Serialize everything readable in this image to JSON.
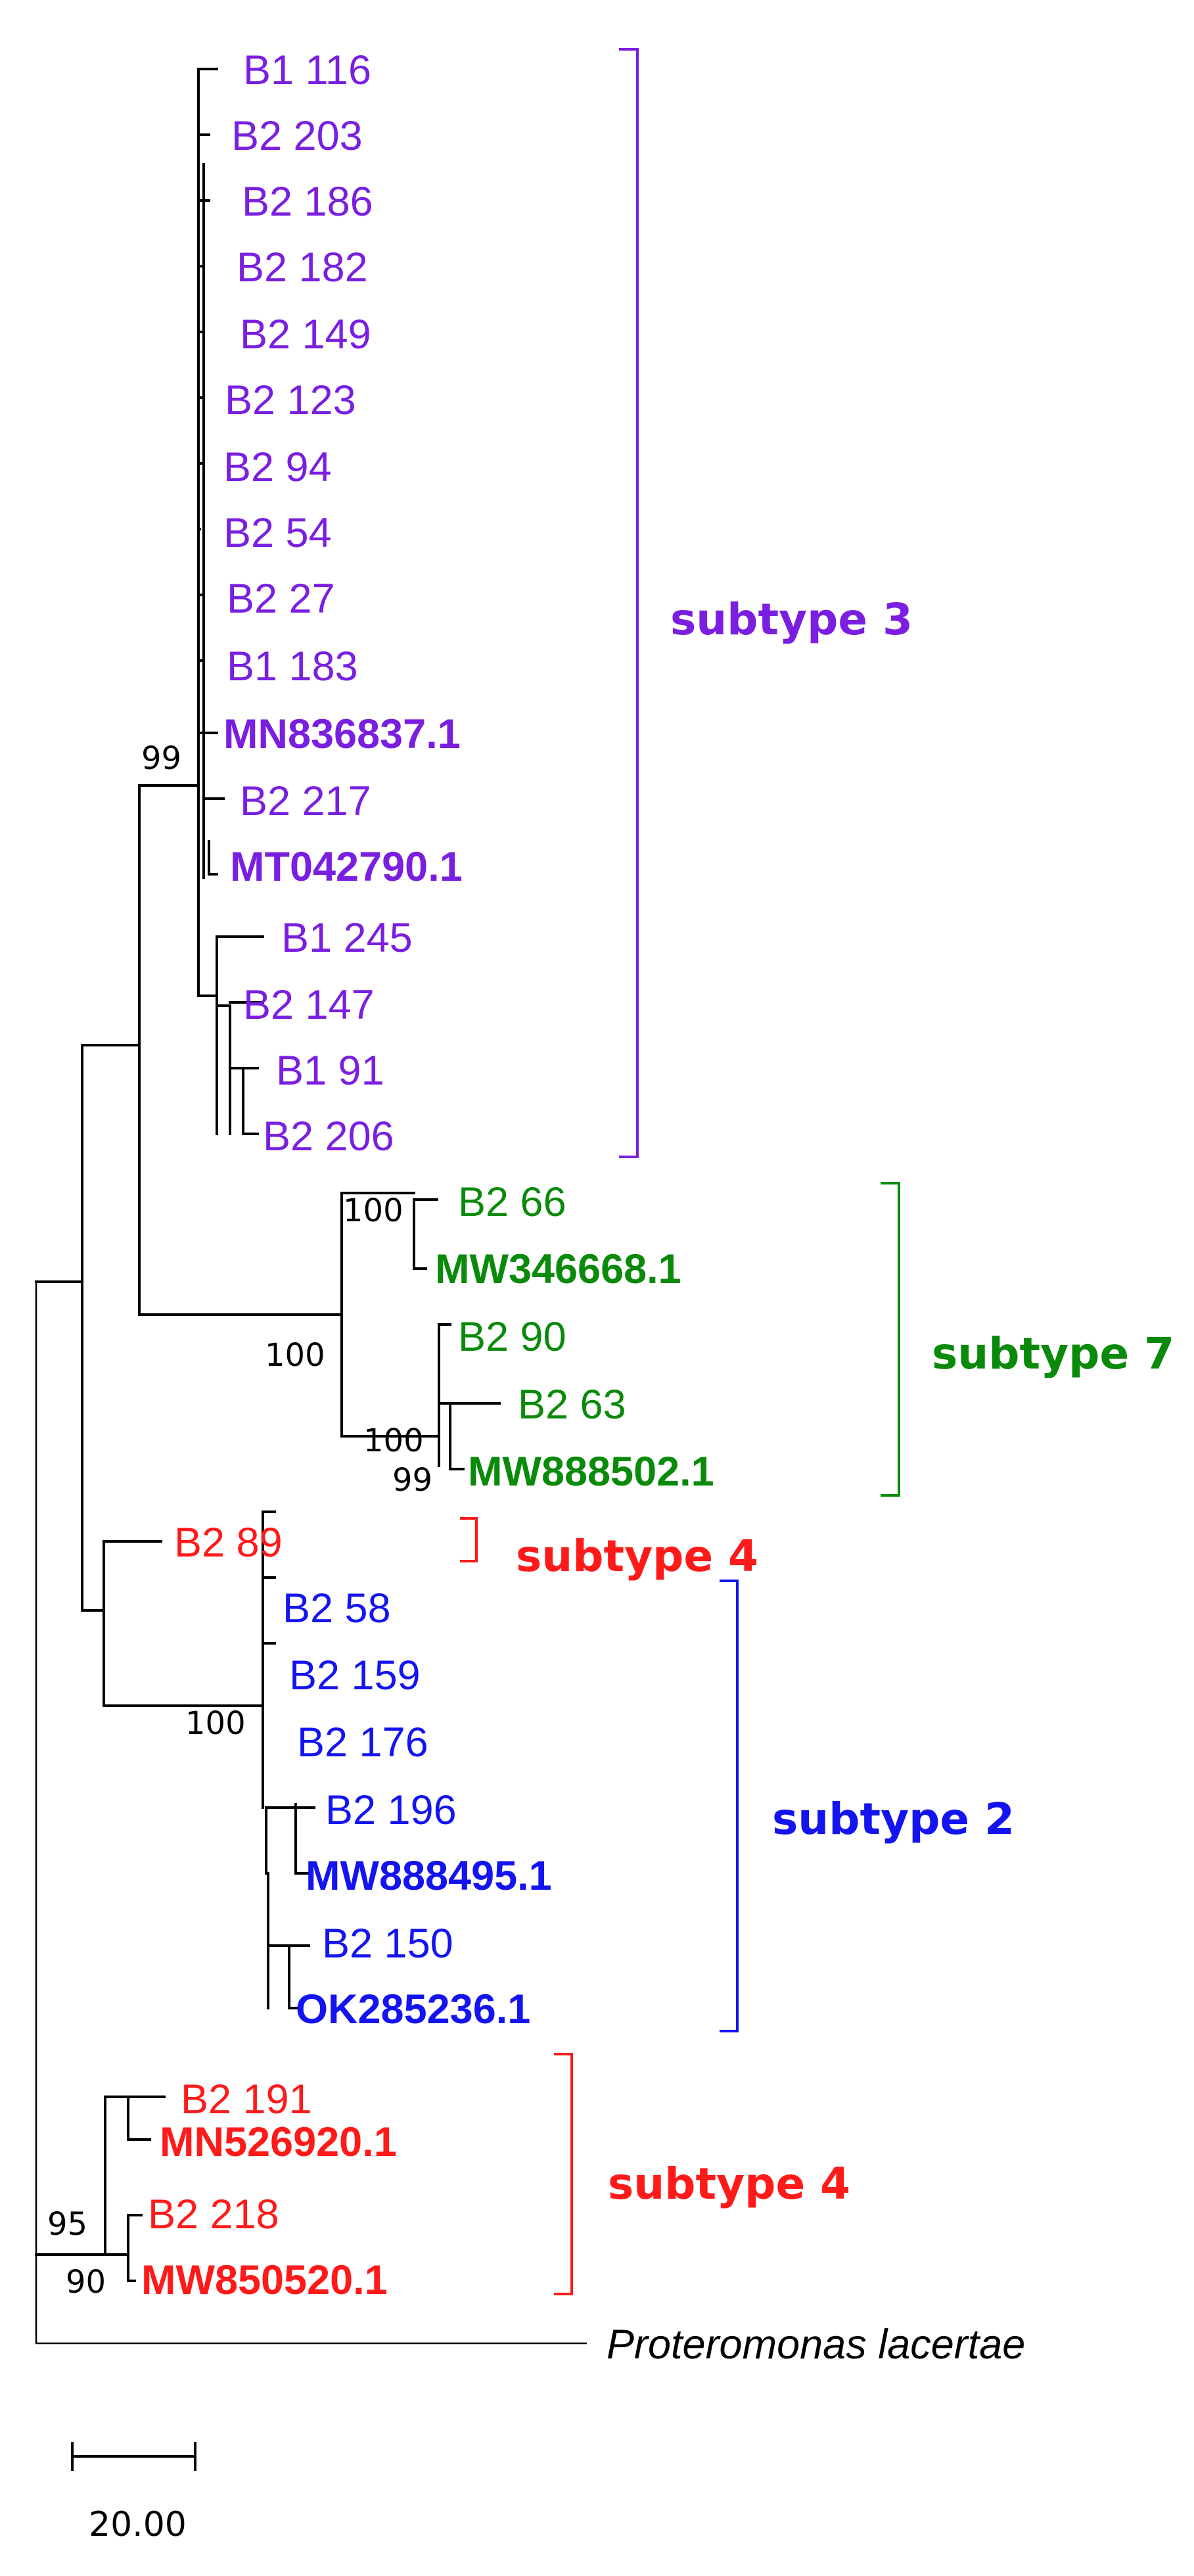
{
  "colors": {
    "subtype3": "#7a1fe0",
    "subtype7": "#0a8a0a",
    "subtype4": "#ff1a1a",
    "subtype2": "#1414f0",
    "outgroup": "#000000"
  },
  "leaves": {
    "b1_116": "B1 116",
    "b2_203": "B2 203",
    "b2_186": "B2 186",
    "b2_182": "B2 182",
    "b2_149": "B2 149",
    "b2_123": "B2 123",
    "b2_94": "B2 94",
    "b2_54": "B2 54",
    "b2_27": "B2 27",
    "b1_183": "B1 183",
    "mn836837": "MN836837.1",
    "b2_217": "B2 217",
    "mt042790": "MT042790.1",
    "b1_245": "B1 245",
    "b2_147": "B2 147",
    "b1_91": "B1 91",
    "b2_206": "B2 206",
    "b2_66": "B2 66",
    "mw346668": "MW346668.1",
    "b2_90": "B2 90",
    "b2_63": "B2 63",
    "mw888502": "MW888502.1",
    "b2_89": "B2 89",
    "b2_58": "B2 58",
    "b2_159": "B2 159",
    "b2_176": "B2 176",
    "b2_196": "B2 196",
    "mw888495": "MW888495.1",
    "b2_150": "B2 150",
    "ok285236": "OK285236.1",
    "b2_191": "B2 191",
    "mn526920": "MN526920.1",
    "b2_218": "B2 218",
    "mw850520": "MW850520.1",
    "proteromonas": "Proteromonas lacertae"
  },
  "support": {
    "s3_root": "99",
    "s7_a": "100",
    "s7_root": "100",
    "s7_b": "100",
    "s7_c": "99",
    "s2_root": "100",
    "s4_root": "95",
    "s4_inner": "90"
  },
  "groups": {
    "subtype3": "subtype 3",
    "subtype7": "subtype 7",
    "subtype4_single": "subtype 4",
    "subtype2": "subtype 2",
    "subtype4_clade": "subtype 4"
  },
  "scale_bar": {
    "label": "20.00"
  }
}
